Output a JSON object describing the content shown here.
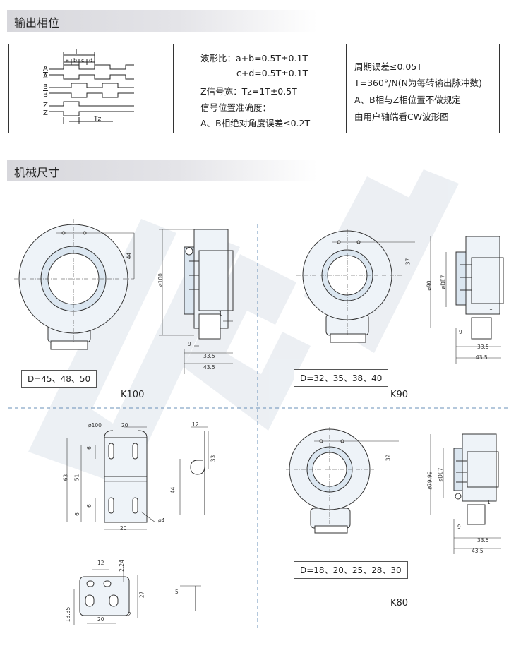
{
  "sections": {
    "output_phase": "输出相位",
    "mechanical": "机械尺寸"
  },
  "waveform": {
    "T": "T",
    "a": "a",
    "b": "b",
    "c": "c",
    "d": "d",
    "ch": [
      "A",
      "A",
      "B",
      "B",
      "Z",
      "Z"
    ],
    "tz": "Tz"
  },
  "spec_middle": [
    "波形比：a+b=0.5T±0.1T",
    "c+d=0.5T±0.1T",
    "Z信号宽：Tz=1T±0.5T",
    "信号位置准确度：",
    "A、B相绝对角度误差≤0.2T"
  ],
  "spec_right": [
    "周期误差≤0.05T",
    "T=360°/N(N为每转输出脉冲数)",
    "A、B相与Z相位置不做规定",
    "由用户轴端看CW波形图"
  ],
  "k100": {
    "model": "K100",
    "diameters": "D=45、48、50",
    "dims": {
      "h44": "44",
      "d100": "ø100",
      "one": "1",
      "nine": "9",
      "w335": "33.5",
      "w435": "43.5"
    }
  },
  "k90": {
    "model": "K90",
    "diameters": "D=32、35、38、40",
    "dims": {
      "h37": "37",
      "d90": "ø90",
      "de7": "øDE7",
      "one": "1",
      "nine": "9",
      "w335": "33.5",
      "w435": "43.5"
    }
  },
  "k80": {
    "model": "K80",
    "diameters": "D=18、20、25、28、30",
    "dims": {
      "h32": "32",
      "d7999": "ø79.99",
      "de7": "øDE7",
      "one": "1",
      "nine": "9",
      "w335": "33.5",
      "w435": "43.5"
    }
  },
  "bracket": {
    "d100": "ø100",
    "w20": "20",
    "h63": "63",
    "h51": "51",
    "h6a": "6",
    "h6b": "6",
    "h6c": "6",
    "w20b": "20",
    "h44": "44",
    "w12": "12",
    "h33": "33",
    "d4": "ø4"
  },
  "small": {
    "w12": "12",
    "h224": "2.24",
    "h27": "27",
    "h1335": "13.35",
    "w20": "20",
    "h2": "2",
    "w5": "5"
  }
}
